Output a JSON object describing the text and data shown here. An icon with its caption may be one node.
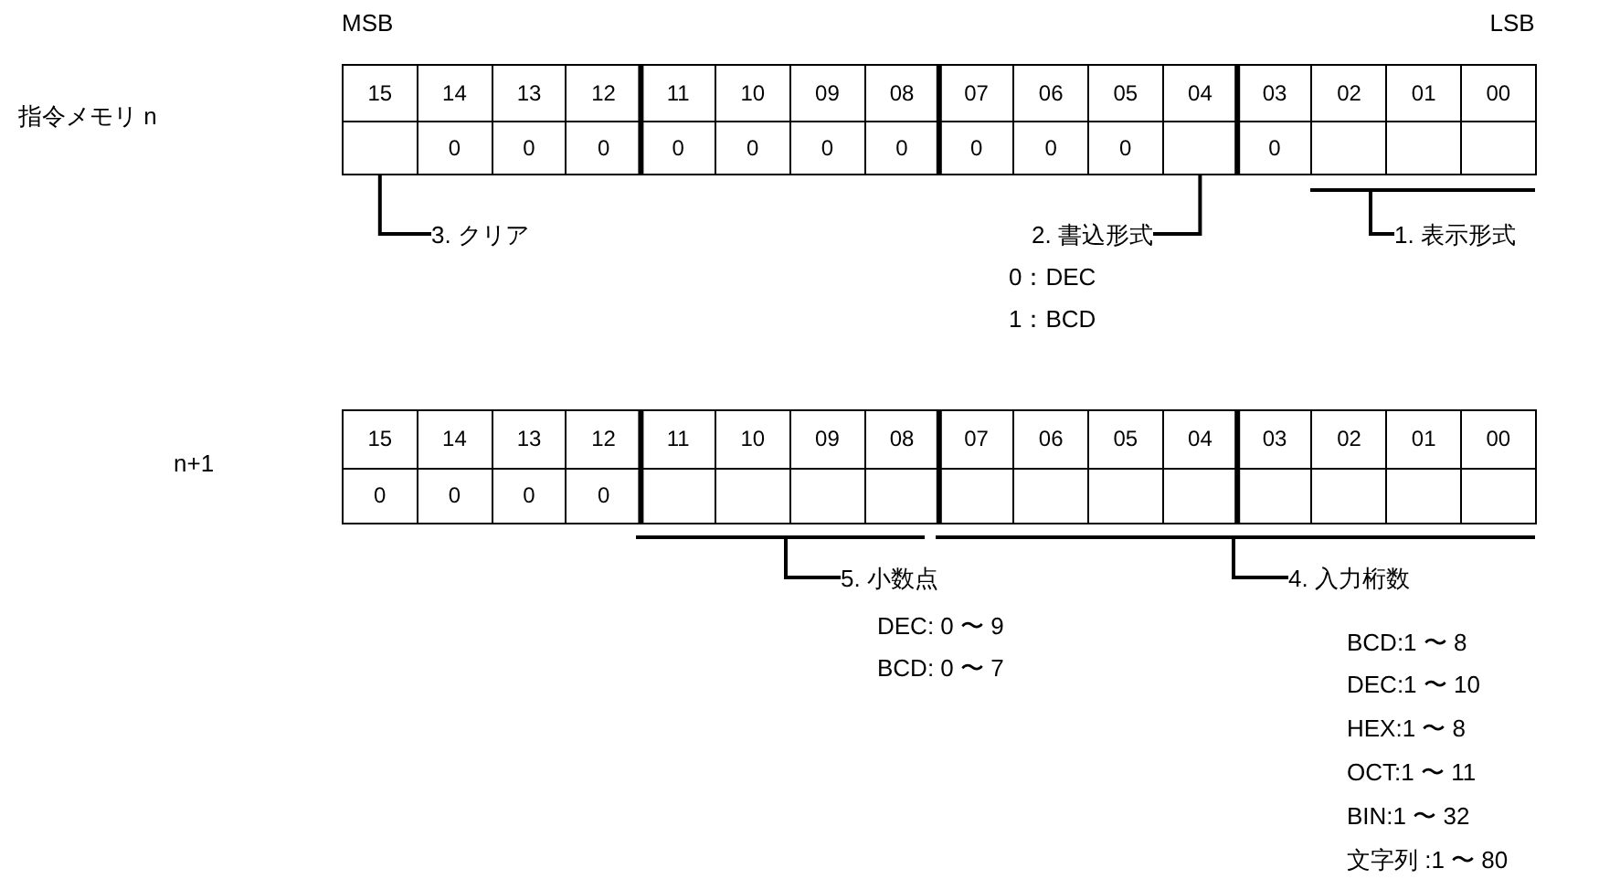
{
  "diagram": {
    "nodes": [
      {
        "text": [
          "15"
        ]
      },
      {
        "text": [
          "14"
        ]
      },
      {
        "text": [
          "13"
        ]
      },
      {
        "text": [
          "12"
        ]
      },
      {
        "text": [
          "11"
        ]
      },
      {
        "text": [
          "10"
        ]
      },
      {
        "text": [
          "09"
        ]
      },
      {
        "text": [
          "08"
        ]
      },
      {
        "text": [
          "07"
        ]
      },
      {
        "text": [
          "06"
        ]
      },
      {
        "text": [
          "05"
        ]
      },
      {
        "text": [
          "04"
        ]
      },
      {
        "text": [
          "03"
        ]
      },
      {
        "text": [
          "02"
        ]
      },
      {
        "text": [
          "01"
        ]
      },
      {
        "text": [
          "00"
        ]
      },
      {
        "text": [],
        "shape": "box"
      },
      {
        "text": [
          "0"
        ]
      },
      {
        "text": [
          "0"
        ]
      },
      {
        "text": [
          "0"
        ]
      },
      {
        "text": [
          "0"
        ]
      },
      {
        "text": [
          "0"
        ]
      },
      {
        "text": [
          "0"
        ]
      },
      {
        "text": [
          "0"
        ]
      },
      {
        "text": [
          "0"
        ]
      },
      {
        "text": [
          "0"
        ]
      },
      {
        "text": [
          "0"
        ]
      },
      {
        "text": [],
        "shape": "box"
      },
      {
        "text": [
          "0"
        ]
      },
      {
        "text": [],
        "shape": "box"
      },
      {
        "text": [],
        "shape": "box"
      },
      {
        "text": [],
        "shape": "box"
      },
      {
        "text": [],
        "shape": "bar"
      },
      {
        "text": [
          "3. クリア"
        ]
      },
      {
        "text": [
          "2. 書込形式"
        ],
        "beside": [
          "0：DEC",
          "1：BCD"
        ]
      },
      {
        "text": [
          "1. 表示形式"
        ]
      },
      {
        "text": [
          "15"
        ]
      },
      {
        "text": [
          "14"
        ]
      },
      {
        "text": [
          "13"
        ]
      },
      {
        "text": [
          "12"
        ]
      },
      {
        "text": [
          "11"
        ]
      },
      {
        "text": [
          "10"
        ]
      },
      {
        "text": [
          "09"
        ]
      },
      {
        "text": [
          "08"
        ]
      },
      {
        "text": [
          "07"
        ]
      },
      {
        "text": [
          "06"
        ]
      },
      {
        "text": [
          "05"
        ]
      },
      {
        "text": [
          "04"
        ]
      },
      {
        "text": [
          "03"
        ]
      },
      {
        "text": [
          "02"
        ]
      },
      {
        "text": [
          "01"
        ]
      },
      {
        "text": [
          "00"
        ]
      },
      {
        "text": [
          "0"
        ]
      },
      {
        "text": [
          "0"
        ]
      },
      {
        "text": [
          "0"
        ]
      },
      {
        "text": [
          "0"
        ]
      },
      {
        "text": [],
        "shape": "box"
      },
      {
        "text": [],
        "shape": "box"
      },
      {
        "text": [],
        "shape": "box"
      },
      {
        "text": [],
        "shape": "box"
      },
      {
        "text": [],
        "shape": "box"
      },
      {
        "text": [],
        "shape": "box"
      },
      {
        "text": [],
        "shape": "box"
      },
      {
        "text": [],
        "shape": "box"
      },
      {
        "text": [],
        "shape": "box"
      },
      {
        "text": [],
        "shape": "box"
      },
      {
        "text": [],
        "shape": "box"
      },
      {
        "text": [],
        "shape": "box"
      },
      {
        "text": [],
        "shape": "bar"
      },
      {
        "text": [],
        "shape": "bar"
      },
      {
        "text": [
          "5. 小数点"
        ],
        "beside": [
          "DEC: 0 〜 9",
          "BCD: 0 〜 7"
        ]
      },
      {
        "text": [
          "4. 入力桁数"
        ],
        "beside": [
          "BCD:1 〜 8",
          "DEC:1 〜 10",
          "HEX:1 〜 8",
          "OCT:1 〜 11",
          "BIN:1 〜 32",
          "文字列 :1 〜 80"
        ]
      }
    ],
    "edges": [
      {
        "from": 33,
        "to": 16,
        "arrow": "none"
      },
      {
        "from": 34,
        "to": 27,
        "arrow": "none"
      },
      {
        "from": 35,
        "to": 32,
        "arrow": "none"
      },
      {
        "from": 70,
        "to": 68,
        "arrow": "none"
      },
      {
        "from": 71,
        "to": 69,
        "arrow": "none"
      }
    ],
    "labels": [
      "MSB",
      "LSB",
      "指令メモリ n",
      "n+1"
    ]
  }
}
